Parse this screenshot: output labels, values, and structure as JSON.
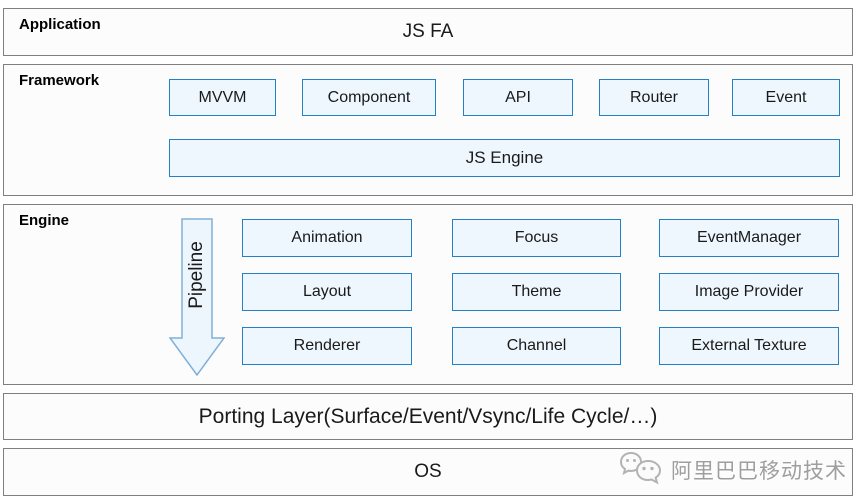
{
  "diagram": {
    "application": {
      "label": "Application",
      "node": "JS FA"
    },
    "framework": {
      "label": "Framework",
      "boxes": [
        "MVVM",
        "Component",
        "API",
        "Router",
        "Event"
      ],
      "engine_box": "JS Engine"
    },
    "engine": {
      "label": "Engine",
      "pipeline_label": "Pipeline",
      "modules": [
        [
          "Animation",
          "Focus",
          "EventManager"
        ],
        [
          "Layout",
          "Theme",
          "Image Provider"
        ],
        [
          "Renderer",
          "Channel",
          "External Texture"
        ]
      ]
    },
    "porting": {
      "label": "Porting Layer(Surface/Event/Vsync/Life Cycle/…)"
    },
    "os": {
      "label": "OS"
    },
    "watermark": {
      "text": "阿里巴巴移动技术",
      "icon": "wechat-chat-bubbles-icon"
    },
    "colors": {
      "box_border": "#2581c4",
      "box_fill": "#eef7fd",
      "arrow_border": "#7fb0d8",
      "arrow_fill": "#eef6fd",
      "layer_border": "#7f7f7f",
      "text": "#1a1a1a",
      "watermark_gray": "#9e9e9e"
    }
  }
}
